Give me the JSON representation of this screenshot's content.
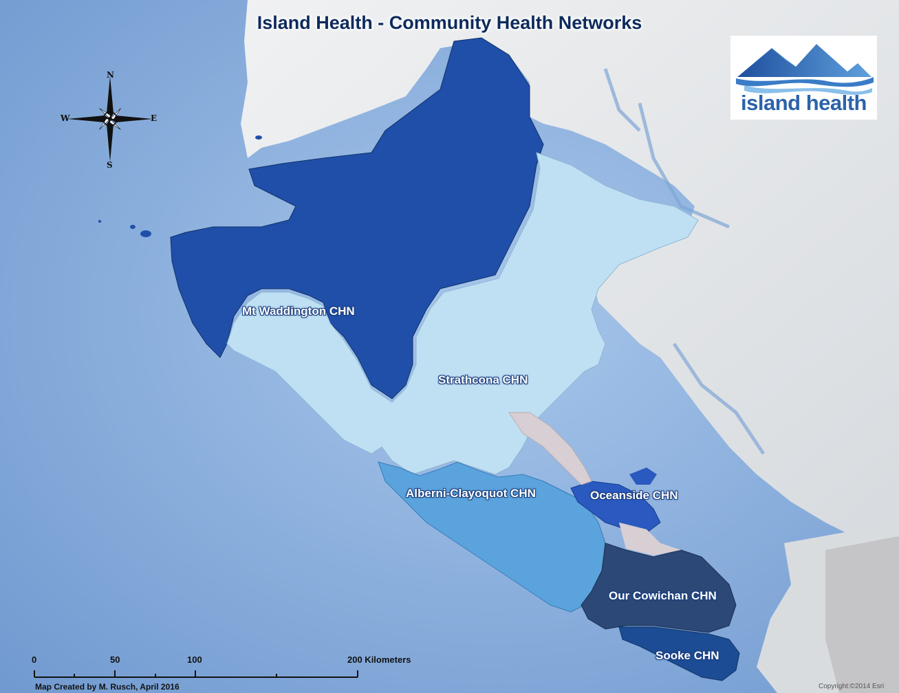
{
  "title": "Island Health - Community Health Networks",
  "logo": {
    "text": "island health",
    "icon": "mountains-waves-logo"
  },
  "compass": {
    "n": "N",
    "s": "S",
    "e": "E",
    "w": "W",
    "icon": "compass-rose-icon"
  },
  "regions": [
    {
      "name": "Mt Waddington CHN",
      "color": "#1f4fa8"
    },
    {
      "name": "Strathcona CHN",
      "color": "#bfe0f2"
    },
    {
      "name": "Alberni-Clayoquot CHN",
      "color": "#5aa3dc"
    },
    {
      "name": "Oceanside CHN",
      "color": "#2a5ac0"
    },
    {
      "name": "Our Cowichan CHN",
      "color": "#2b4876"
    },
    {
      "name": "Sooke CHN",
      "color": "#1c4c93"
    }
  ],
  "scale_bar": {
    "ticks": [
      "0",
      "50",
      "100",
      "200 Kilometers"
    ]
  },
  "credit": "Map Created by M. Rusch, April 2016",
  "copyright": "Copyright:©2014 Esri",
  "colors": {
    "ocean": "#7fa6d6",
    "land": "#e4e7ea",
    "title": "#0d2a5c",
    "logo_blue": "#2c63aa"
  }
}
